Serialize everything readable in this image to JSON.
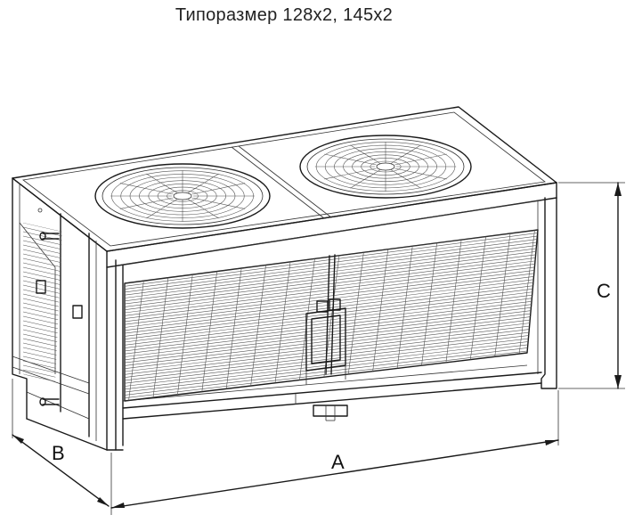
{
  "title": "Типоразмер 128х2, 145х2",
  "dimensions": {
    "a": "A",
    "b": "B",
    "c": "C"
  },
  "colors": {
    "line": "#1a1a1a",
    "background": "#ffffff"
  }
}
